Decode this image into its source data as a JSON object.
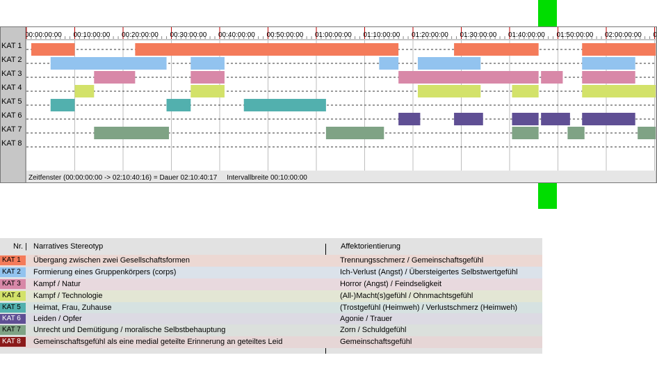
{
  "timeline": {
    "time_ticks": [
      "00:00:00:00",
      "00:10:00:00",
      "00:20:00:00",
      "00:30:00:00",
      "00:40:00:00",
      "00:50:00:00",
      "01:00:00:00",
      "01:10:00:00",
      "01:20:00:00",
      "01:30:00:00",
      "01:40:00:00",
      "01:50:00:00",
      "02:00:00:00",
      "0"
    ],
    "status_text": "Zeitfenster (00:00:00:00 -> 02:10:40:16) = Dauer 02:10:40:17     Intervallbreite 00:10:00:00",
    "total_minutes": 130.68,
    "categories": [
      {
        "label": "KAT 1",
        "color": "#f47b5a",
        "segments": [
          [
            1,
            10
          ],
          [
            22.5,
            77
          ],
          [
            88.5,
            106
          ],
          [
            115,
            131
          ]
        ]
      },
      {
        "label": "KAT 2",
        "color": "#92c3ef",
        "segments": [
          [
            5,
            29
          ],
          [
            34,
            41
          ],
          [
            73,
            77
          ],
          [
            81,
            94
          ],
          [
            115,
            126
          ]
        ]
      },
      {
        "label": "KAT 3",
        "color": "#d888a8",
        "segments": [
          [
            14,
            22.5
          ],
          [
            34,
            41
          ],
          [
            77,
            106
          ],
          [
            106.5,
            111
          ],
          [
            115,
            126
          ]
        ]
      },
      {
        "label": "KAT 4",
        "color": "#d3e26a",
        "segments": [
          [
            10,
            14
          ],
          [
            34,
            41
          ],
          [
            81,
            94
          ],
          [
            100.5,
            106
          ],
          [
            115,
            131
          ]
        ]
      },
      {
        "label": "KAT 5",
        "color": "#52b0ae",
        "segments": [
          [
            5,
            10
          ],
          [
            29,
            34
          ],
          [
            45,
            62
          ]
        ]
      },
      {
        "label": "KAT 6",
        "color": "#5f4f94",
        "segments": [
          [
            77,
            81.5
          ],
          [
            88.5,
            94.5
          ],
          [
            100.5,
            106
          ],
          [
            106.5,
            112.5
          ],
          [
            115,
            126
          ]
        ]
      },
      {
        "label": "KAT 7",
        "color": "#7fa385",
        "segments": [
          [
            14,
            29.5
          ],
          [
            62,
            74
          ],
          [
            100.5,
            106
          ],
          [
            112,
            115.5
          ],
          [
            126.5,
            131
          ]
        ]
      },
      {
        "label": "KAT 8",
        "color": "#8b1a1a",
        "segments": []
      }
    ]
  },
  "legend": {
    "header_nr": "Nr. |",
    "header_stereotyp": "Narratives Stereotyp",
    "header_affekt": "Affektorientierung",
    "rows": [
      {
        "kat": "KAT 1",
        "color": "#f47b5a",
        "bg": "#ecd8d3",
        "stereotyp": "Übergang zwischen zwei Gesellschaftsformen",
        "affekt": "Trennungsschmerz / Gemeinschaftsgefühl"
      },
      {
        "kat": "KAT 2",
        "color": "#92c3ef",
        "bg": "#dbe2ea",
        "stereotyp": "Formierung eines Gruppenkörpers (corps)",
        "affekt": "Ich-Verlust (Angst) / Übersteigertes Selbstwertgefühl"
      },
      {
        "kat": "KAT 3",
        "color": "#d888a8",
        "bg": "#e8d9de",
        "stereotyp": "Kampf / Natur",
        "affekt": "Horror (Angst) / Feindseligkeit"
      },
      {
        "kat": "KAT 4",
        "color": "#d3e26a",
        "bg": "#e3e6d4",
        "stereotyp": "Kampf / Technologie",
        "affekt": "(All-)Macht(s)gefühl / Ohnmachtsgefühl"
      },
      {
        "kat": "KAT 5",
        "color": "#52b0ae",
        "bg": "#d6e2e1",
        "stereotyp": "Heimat, Frau, Zuhause",
        "affekt": "(Trostgefühl (Heimweh) / Verlustschmerz (Heimweh)"
      },
      {
        "kat": "KAT 6",
        "color": "#5f4f94",
        "bg": "#dcdae3",
        "stereotyp": "Leiden / Opfer",
        "affekt": "Agonie / Trauer"
      },
      {
        "kat": "KAT 7",
        "color": "#7fa385",
        "bg": "#dbe0dc",
        "stereotyp": "Unrecht und Demütigung / moralische Selbstbehauptung",
        "affekt": "Zorn / Schuldgefühl"
      },
      {
        "kat": "KAT 8",
        "color": "#8b1a1a",
        "bg": "#e6d6d6",
        "stereotyp": "Gemeinschaftsgefühl als eine medial geteilte Erinnerung an geteiltes Leid",
        "affekt": "Gemeinschaftsgefühl"
      }
    ]
  }
}
